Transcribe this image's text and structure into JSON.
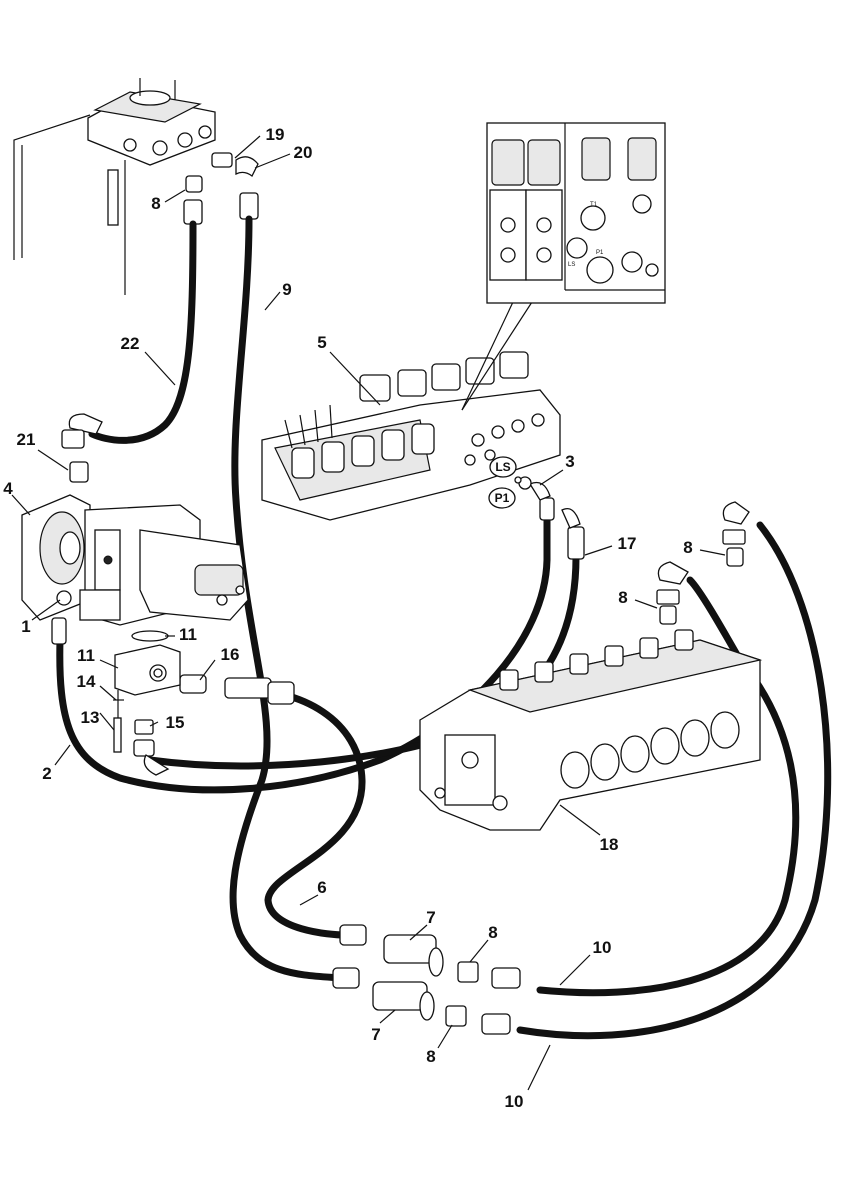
{
  "callouts": {
    "c1": "1",
    "c2": "2",
    "c3": "3",
    "c4": "4",
    "c5": "5",
    "c6": "6",
    "c7a": "7",
    "c7b": "7",
    "c8a": "8",
    "c8b": "8",
    "c8c": "8",
    "c8d": "8",
    "c8e": "8",
    "c9": "9",
    "c10a": "10",
    "c10b": "10",
    "c11a": "11",
    "c11b": "11",
    "c13": "13",
    "c14": "14",
    "c15": "15",
    "c16": "16",
    "c17": "17",
    "c18": "18",
    "c19": "19",
    "c20": "20",
    "c21": "21",
    "c22": "22"
  },
  "port_tags": {
    "ls": "LS",
    "p1": "P1"
  },
  "inset_ports": {
    "t1": "T1",
    "ls": "LS",
    "p1": "P1"
  }
}
